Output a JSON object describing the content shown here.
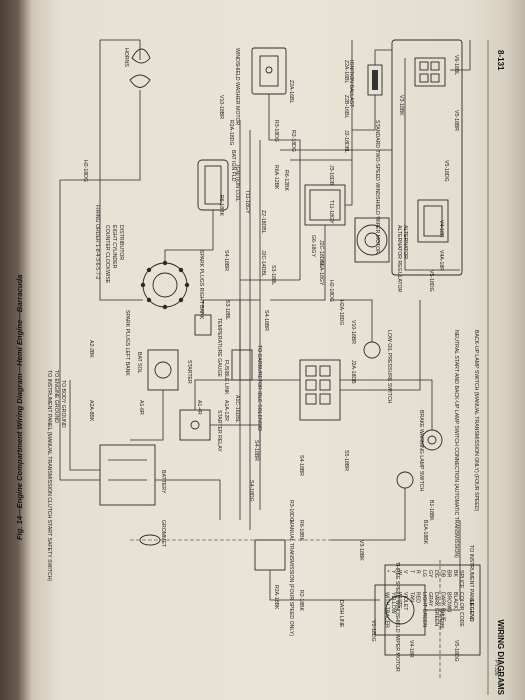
{
  "header": {
    "section": "WIRING DIAGRAMS",
    "page": "8-131"
  },
  "caption": "Fig. 14—Engine Compartment Wiring Diagram—Hemi Engine—Barracuda",
  "figure_id": "PY336",
  "components": {
    "wiper_std": "STANDARD TWO-SPEED WINDSHIELD WIPER MOTOR",
    "ign_ballast": "IGNITION BALLAST",
    "washer": "WINDSHIELD WASHER MOTOR",
    "alternator": "ALTERNATOR",
    "regulator": "ALTERNATOR REGULATOR",
    "horns": "HORNS",
    "distributor": "DISTRIBUTOR",
    "eight_cyl": "EIGHT CYLINDER",
    "ccw": "COUNTER CLOCKWISE",
    "firing": "FIRING ORDER 1-8-4-3-6-5-7-2",
    "plugs_right": "SPARK PLUGS RIGHT BANK",
    "plugs_left": "SPARK PLUGS LEFT BANK",
    "ign_coil": "IGNITION COIL",
    "temp_gauge": "TEMPERATURE GAUGE",
    "low_oil": "LOW OIL PRESSURE SWITCH",
    "carb": "TO CARBURETOR IDLE SOLENOID",
    "fusible": "FUSIBLE LINK",
    "starter": "STARTER",
    "starter_relay": "STARTER RELAY",
    "battery": "BATTERY",
    "body_gnd": "TO BODY GROUND",
    "engine_gnd": "TO ENGINE GROUND",
    "inst_panel": "TO INSTRUMENT PANEL (MANUAL TRANSMISSION CLUTCH START SAFETY SWITCH)",
    "backup": "BACK-UP LAMP SWITCH (MANUAL TRANSMISSION ONLY) (FOUR SPEED)",
    "neutral": "NEUTRAL START AND BACK-UP LAMP SWITCH CONNECTION (AUTOMATIC TRANSMISSION)",
    "brake": "BRAKE WARNING LAMP SWITCH",
    "to_inst2": "TO INSTRUMENT PANEL",
    "dash": "DASH LINE",
    "grommet": "GROMMET",
    "manual_trans": "MANUAL TRANSMISSION (FOUR SPEED ONLY)",
    "wiper_3": "THREE SPEED WINDSHIELD WIPER MOTOR",
    "bat_ign_fld": "BAT IGN FLD",
    "bat_sol": "BAT SOL"
  },
  "wire_labels": [
    "V6-18BL",
    "V5-18BR",
    "V5-18DG",
    "V3-18BK",
    "V4-18R",
    "V4A-18R",
    "V5-18DG",
    "Z2A-16BL",
    "Z2B-16BL",
    "J2-18DBL",
    "J3-16DB",
    "T11-18GY",
    "J2C-18DBL",
    "R2-18DG",
    "R6-12BK",
    "R3-18DG",
    "R6A-12BK",
    "Z2-18DBL",
    "J2C-14DBL",
    "G6-18GY",
    "G6A-18GY",
    "H2-18DG",
    "H2A-18DG",
    "V10-18BR",
    "J2A-18DB",
    "Z2A-16BL",
    "S3-18BL",
    "R2A-18DG",
    "S4-18BR",
    "T11-18GY",
    "R6-18BK",
    "A1A-12R",
    "A1-6R",
    "A2-2BK",
    "A2A-8BK",
    "H2-18DG",
    "V10-18BR",
    "S3-18BL",
    "S4-18BR",
    "A1C-16DBL",
    "A1-4R",
    "S4-18BR",
    "S4-18DG",
    "B1-18BK",
    "B1A-18BK",
    "S5-18BR",
    "S4-18BR",
    "R3-16DG",
    "R6-18BK",
    "R2A-18BK",
    "R2-18BK",
    "V3-18BK",
    "V1-18DG",
    "V4-18R",
    "V6-18BL",
    "V5-18DG"
  ],
  "legend": {
    "title": "LEGEND",
    "header": [
      "SPLICE",
      "COLOR CODE"
    ],
    "rows": [
      [
        "BK",
        "BLACK"
      ],
      [
        "BR",
        "BROWN"
      ],
      [
        "DB",
        "DARK BLUE"
      ],
      [
        "DG",
        "DARK GREEN"
      ],
      [
        "GY",
        "GRAY"
      ],
      [
        "LG",
        "LIGHT GREEN"
      ],
      [
        "R",
        "RED"
      ],
      [
        "T",
        "TAN"
      ],
      [
        "V",
        "VIOLET"
      ],
      [
        "W",
        "WHITE"
      ],
      [
        "Y",
        "YELLOW"
      ],
      [
        "*",
        "WITH TRACER"
      ]
    ]
  }
}
